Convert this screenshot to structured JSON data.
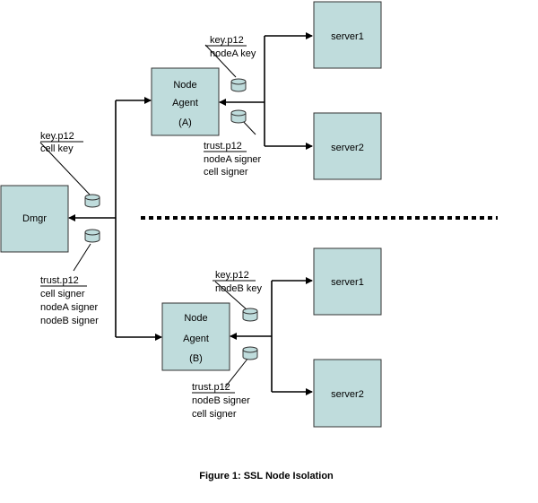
{
  "dmgr": {
    "label": "Dmgr"
  },
  "node_a": {
    "lines": [
      "Node",
      "Agent",
      "(A)"
    ],
    "servers": [
      "server1",
      "server2"
    ],
    "keystore": {
      "file": "key.p12",
      "entries": [
        "nodeA key"
      ]
    },
    "truststore": {
      "file": "trust.p12",
      "entries": [
        "nodeA signer",
        "cell signer"
      ]
    }
  },
  "node_b": {
    "lines": [
      "Node",
      "Agent",
      "(B)"
    ],
    "servers": [
      "server1",
      "server2"
    ],
    "keystore": {
      "file": "key.p12",
      "entries": [
        "nodeB key"
      ]
    },
    "truststore": {
      "file": "trust.p12",
      "entries": [
        "nodeB signer",
        "cell signer"
      ]
    }
  },
  "cell": {
    "keystore": {
      "file": "key.p12",
      "entries": [
        "cell key"
      ]
    },
    "truststore": {
      "file": "trust.p12",
      "entries": [
        "cell signer",
        "nodeA signer",
        "nodeB signer"
      ]
    }
  },
  "caption": "Figure 1:  SSL Node Isolation"
}
